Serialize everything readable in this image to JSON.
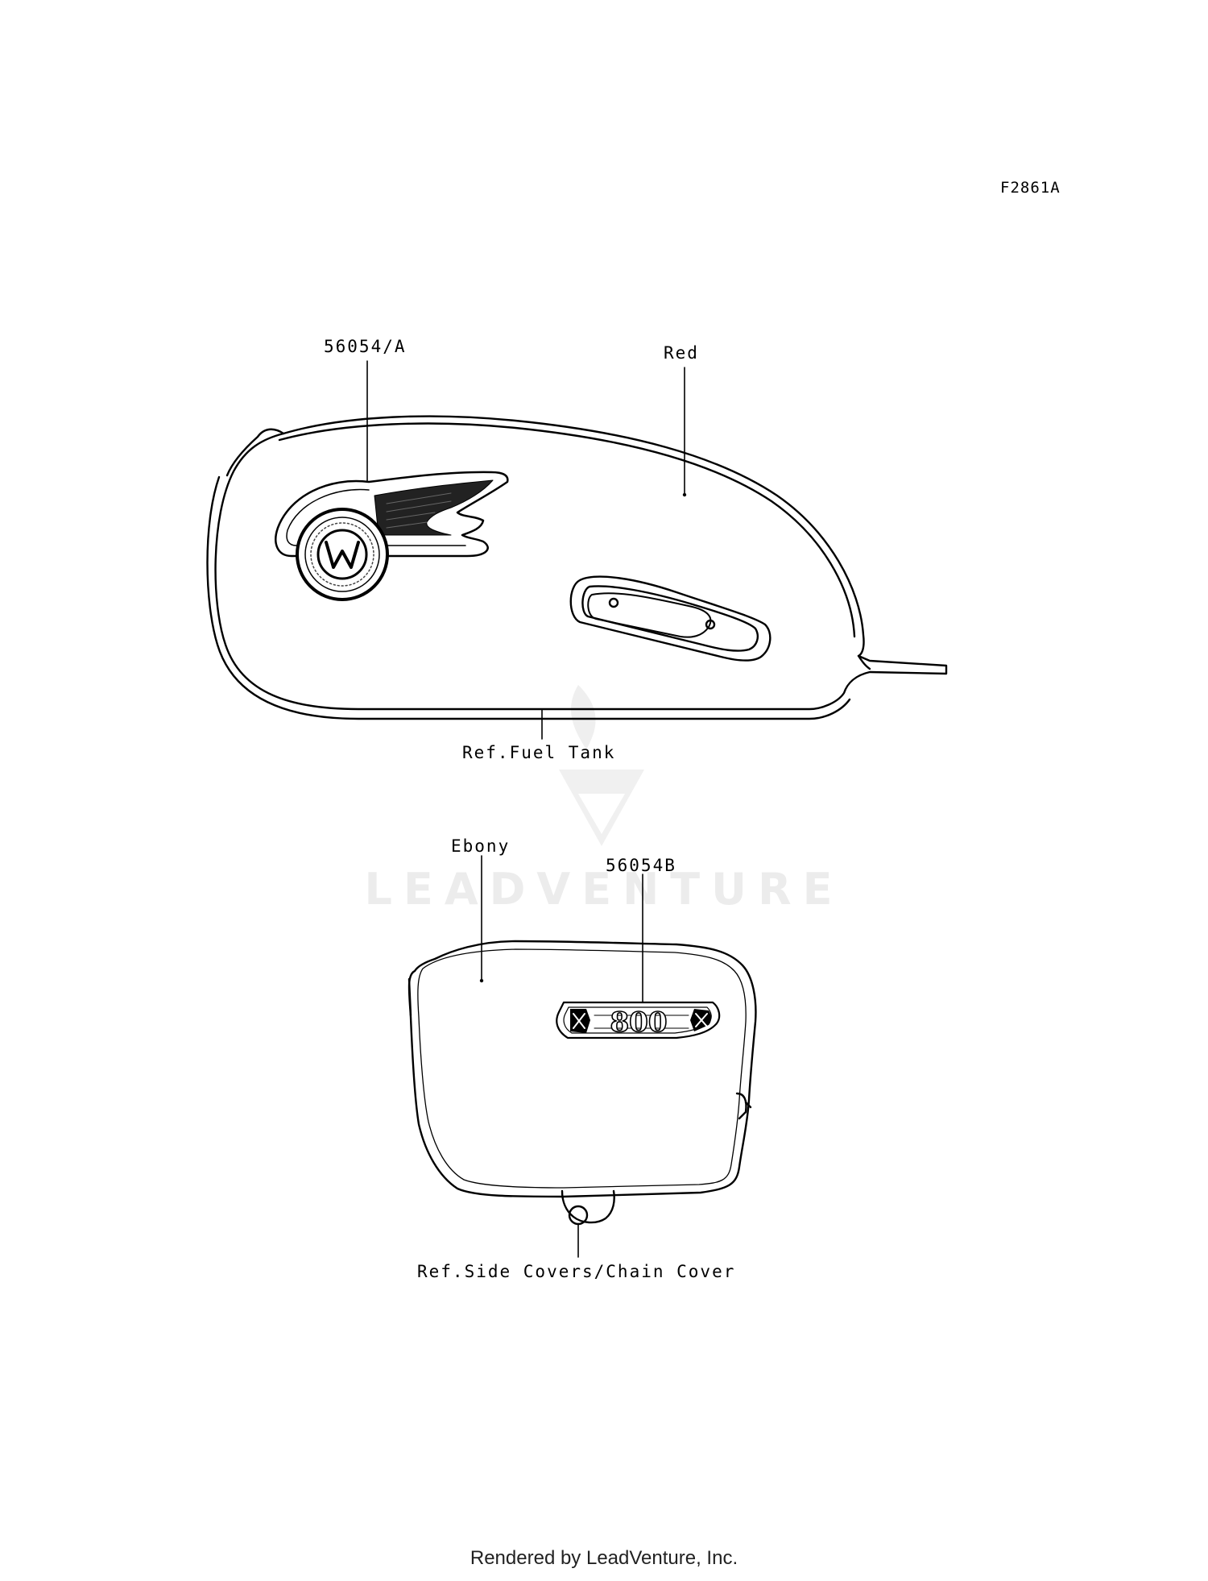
{
  "figure_code": "F2861A",
  "callouts": {
    "tank_emblem_part": "56054/A",
    "tank_color": "Red",
    "tank_ref": "Ref.Fuel Tank",
    "cover_color": "Ebony",
    "cover_emblem_part": "56054B",
    "cover_ref": "Ref.Side Covers/Chain Cover"
  },
  "emblems": {
    "tank_letter": "W",
    "cover_number": "800"
  },
  "watermark": "LEADVENTURE",
  "footer": "Rendered by LeadVenture, Inc.",
  "colors": {
    "line": "#000000",
    "watermark": "#ececec"
  }
}
